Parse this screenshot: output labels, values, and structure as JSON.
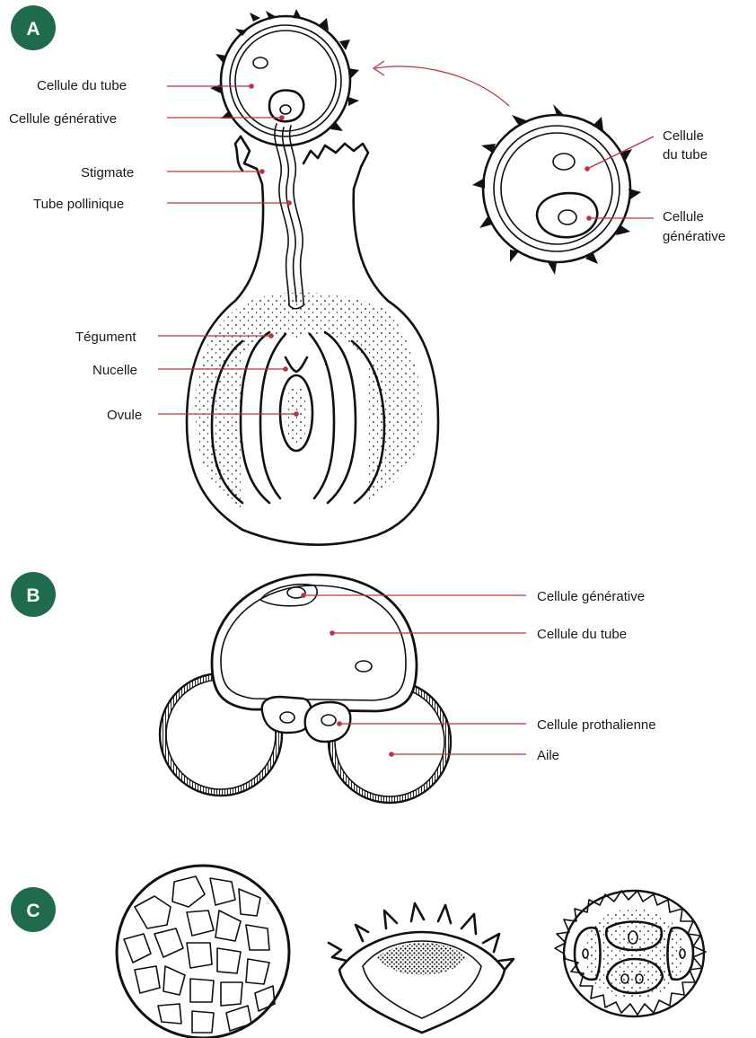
{
  "colors": {
    "badge": "#1f6b4d",
    "leader": "#c0313d",
    "ink": "#111111",
    "text": "#1a1a1a"
  },
  "panels": {
    "a": {
      "badge": "A",
      "labels": {
        "tube_cell": "Cellule du tube",
        "generative_cell": "Cellule générative",
        "stigma": "Stigmate",
        "pollen_tube": "Tube pollinique",
        "integument": "Tégument",
        "nucellus": "Nucelle",
        "ovule": "Ovule"
      },
      "inset_labels": {
        "tube_cell_line1": "Cellule",
        "tube_cell_line2": "du tube",
        "generative_cell_line1": "Cellule",
        "generative_cell_line2": "générative"
      }
    },
    "b": {
      "badge": "B",
      "labels": {
        "generative_cell": "Cellule générative",
        "tube_cell": "Cellule du tube",
        "prothallial_cell": "Cellule prothalienne",
        "wing": "Aile"
      }
    },
    "c": {
      "badge": "C"
    }
  }
}
